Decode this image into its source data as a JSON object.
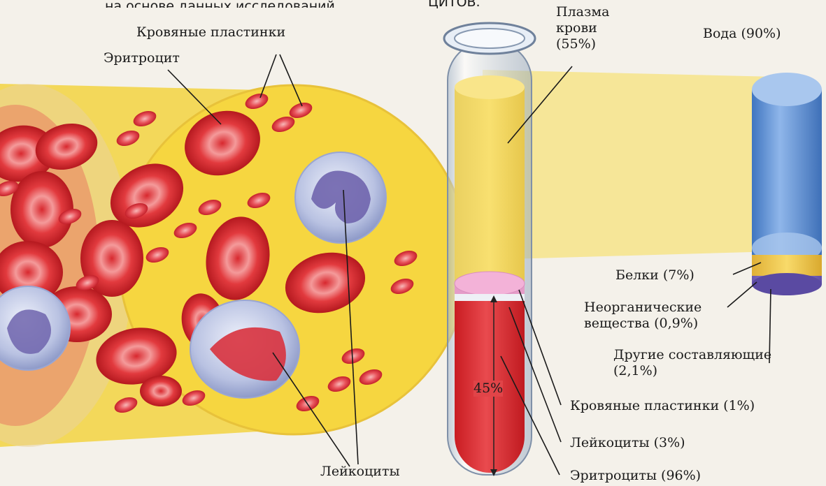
{
  "top_fragments": {
    "left": "на основе данных исследований",
    "right": "ЦИТОВ."
  },
  "labels": {
    "platelets_top": "Кровяные пластинки",
    "erythrocyte": "Эритроцит",
    "leukocytes_bottom": "Лейкоциты",
    "plasma": "Плазма крови (55%)",
    "water": "Вода (90%)",
    "proteins": "Белки (7%)",
    "inorganic": "Неорганические вещества (0,9%)",
    "other": "Другие составляющие (2,1%)",
    "tube_platelets": "Кровяные пластинки (1%)",
    "tube_leukocytes": "Лейкоциты (3%)",
    "tube_erythrocytes": "Эритроциты (96%)",
    "hematocrit": "45%"
  },
  "colors": {
    "plasma_yellow": "#f6d640",
    "cell_red": "#e0363a",
    "cell_red_light": "#f7a0a0",
    "leukocyte_blue": "#9aa6d4",
    "nucleus_purple": "#6a5aa8",
    "water_blue": "#5b8fd2",
    "protein_band": "#f0c84a",
    "inorganic_band": "#8a78c0"
  },
  "icons": [
    "blood-vessel-icon",
    "erythrocyte-icon",
    "leukocyte-icon",
    "platelet-icon",
    "test-tube-icon"
  ]
}
